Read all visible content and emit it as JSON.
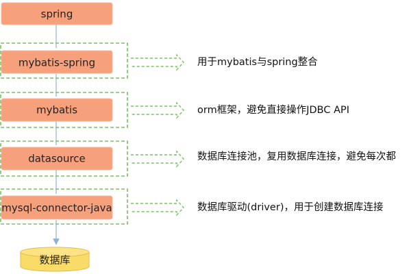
{
  "colors": {
    "node_fill": "#f7a07c",
    "node_stroke": "#f2b89d",
    "dashed_box": "#74c55a",
    "dashed_arrow": "#74c55a",
    "connector": "#8db1dc",
    "database_fill": "#f9dc68",
    "database_stroke": "#e3bb45"
  },
  "nodes": [
    {
      "id": "spring",
      "label": "spring"
    },
    {
      "id": "mybatis-spring",
      "label": "mybatis-spring"
    },
    {
      "id": "mybatis",
      "label": "mybatis"
    },
    {
      "id": "datasource",
      "label": "datasource"
    },
    {
      "id": "mysql-connector-java",
      "label": "mysql-connector-java"
    }
  ],
  "database": {
    "label": "数据库",
    "icon": "database-cylinder-icon"
  },
  "descriptions": [
    {
      "for": "mybatis-spring",
      "text": "用于mybatis与spring整合"
    },
    {
      "for": "mybatis",
      "text": "orm框架，避免直接操作JDBC API"
    },
    {
      "for": "datasource",
      "text": "数据库连接池，复用数据库连接，避免每次都"
    },
    {
      "for": "mysql-connector-java",
      "text": "数据库驱动(driver)，用于创建数据库连接"
    }
  ]
}
